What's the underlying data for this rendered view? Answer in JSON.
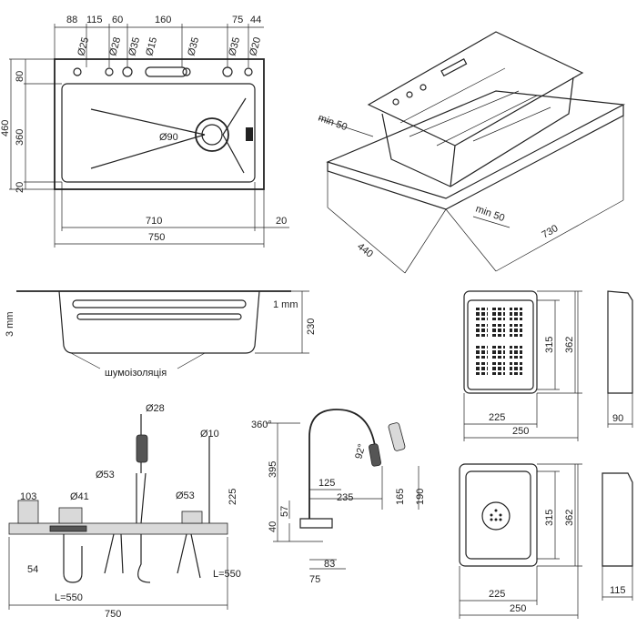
{
  "top_view": {
    "top_dims": [
      "88",
      "115",
      "60",
      "160",
      "75",
      "44"
    ],
    "holes": [
      "Ø25",
      "Ø28",
      "Ø35",
      "Ø15",
      "Ø35",
      "Ø35",
      "Ø20"
    ],
    "drain": "Ø90",
    "left_dims": [
      "460",
      "360",
      "80",
      "20"
    ],
    "bottom_dims": [
      "710",
      "750",
      "20"
    ]
  },
  "iso_view": {
    "min_left": "min 50",
    "min_right": "min 50",
    "depth": "440",
    "width": "730"
  },
  "section_view": {
    "thickness": "3 mm",
    "rim": "1 mm",
    "depth": "230",
    "insulation": "шумоізоляція"
  },
  "accessories_view": {
    "d28": "Ø28",
    "d10": "Ø10",
    "d53_left": "Ø53",
    "d53_right": "Ø53",
    "d41": "Ø41",
    "w103": "103",
    "h225": "225",
    "w54": "54",
    "l550_left": "L=550",
    "l550_right": "L=550",
    "w750": "750"
  },
  "faucet_view": {
    "rotation": "360°",
    "h395": "395",
    "h57": "57",
    "h40": "40",
    "reach125": "125",
    "reach235": "235",
    "h165": "165",
    "h190": "190",
    "deg92": "92°",
    "w83": "83",
    "w75": "75"
  },
  "colander_view": {
    "w225": "225",
    "w250": "250",
    "h315": "315",
    "h362": "362",
    "d90": "90"
  },
  "bowl_view": {
    "w225": "225",
    "w250": "250",
    "h315": "315",
    "h362": "362",
    "d115": "115"
  }
}
